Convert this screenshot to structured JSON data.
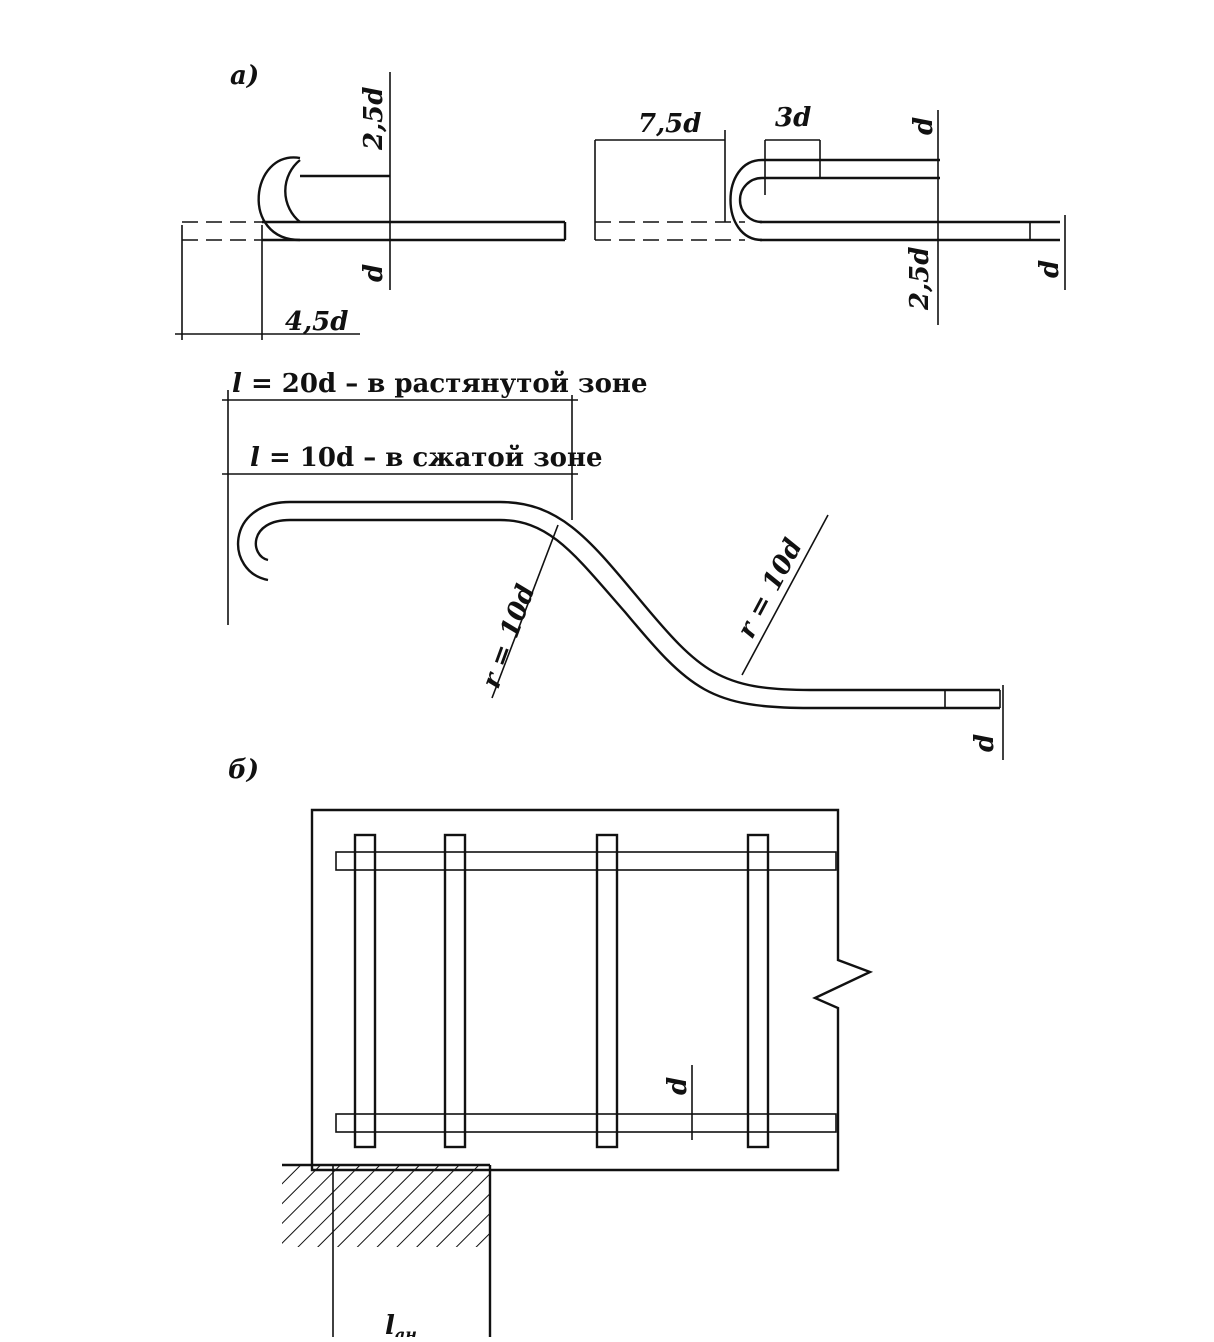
{
  "part_a": {
    "label": "а)",
    "hook_left": {
      "top_dim": "2,5d",
      "side_dim": "d",
      "bottom_dim": "4,5d"
    },
    "hook_right": {
      "left_dim": "7,5d",
      "top_dim": "3d",
      "right_top_dim": "d",
      "bottom_dim": "2,5d",
      "right_dim": "d"
    },
    "bent_bar": {
      "tension_prefix": "l",
      "tension_dim": " = 20d – в растянутой зоне",
      "compression_prefix": "l",
      "compression_dim": " = 10d – в сжатой зоне",
      "radius_left": "r = 10d",
      "radius_right": "r = 10d",
      "end_dim": "d"
    }
  },
  "part_b": {
    "label": "б)",
    "bar_dim": "d",
    "anchorage": "l",
    "anchorage_sub": "ан"
  }
}
